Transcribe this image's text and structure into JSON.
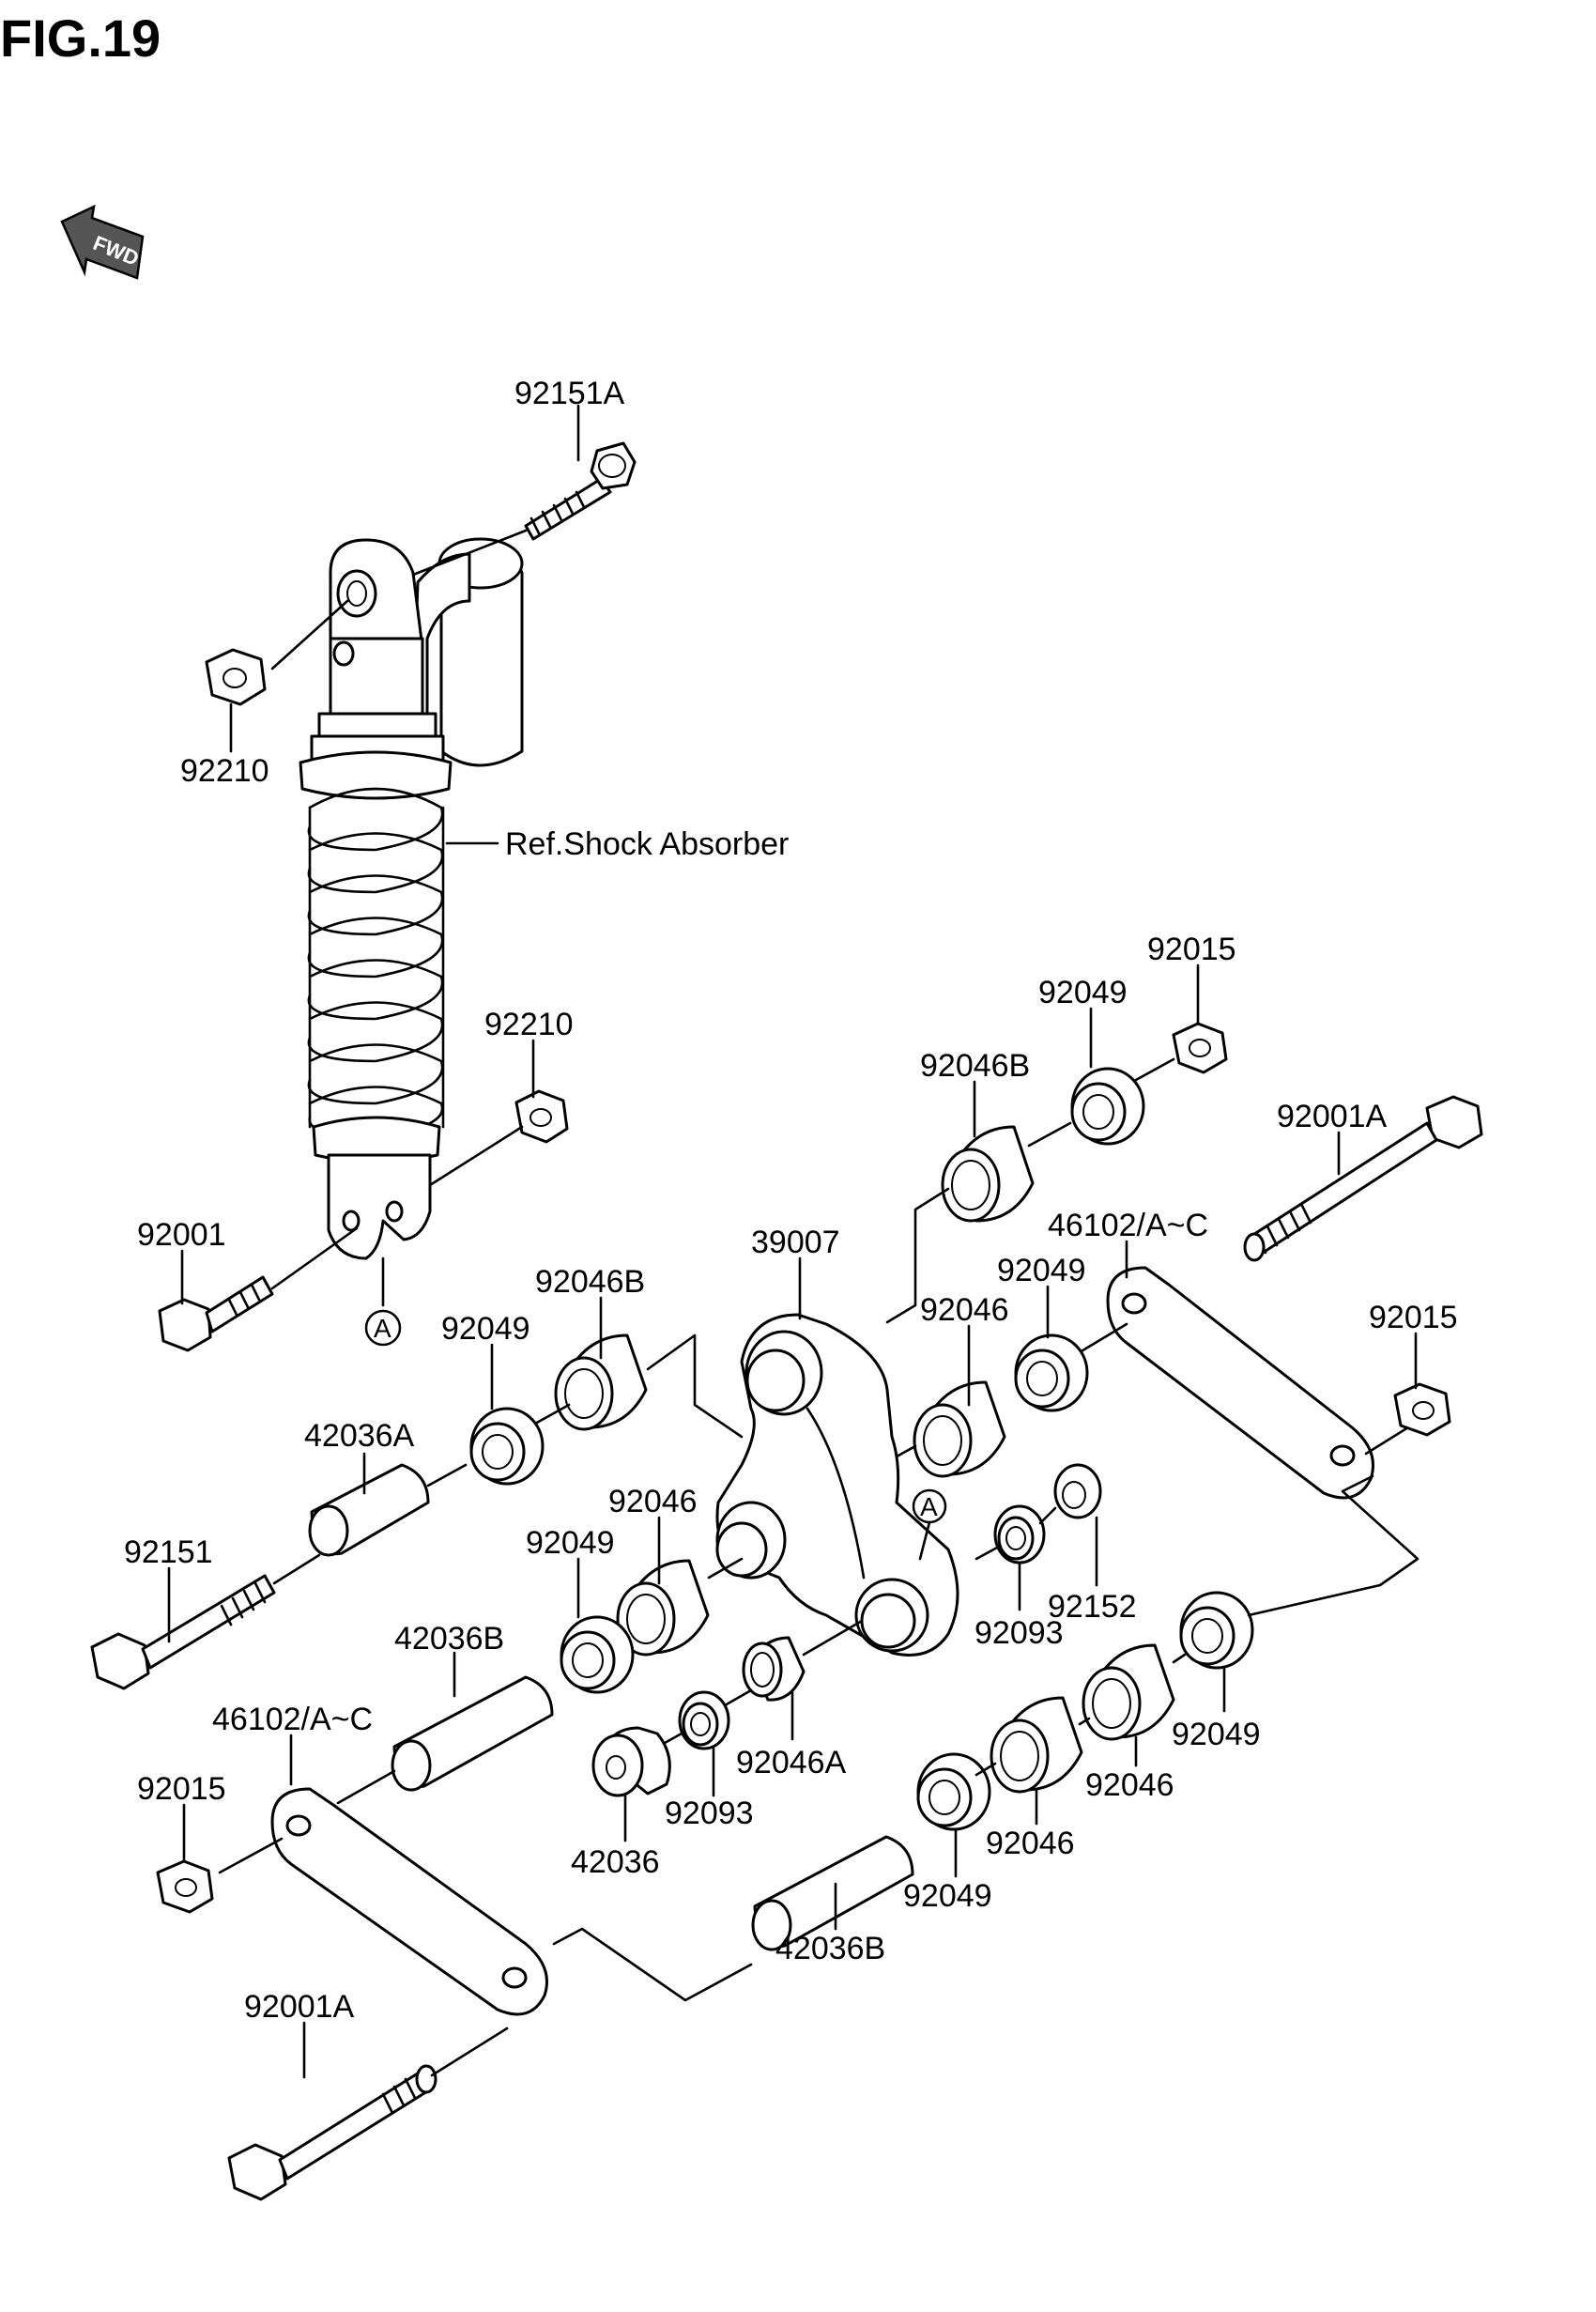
{
  "figure": {
    "title": "FIG.19"
  },
  "fwd_arrow": {
    "text": "FWD",
    "icon": "fwd-arrow-icon"
  },
  "callout": {
    "letter": "A"
  },
  "labels": {
    "p92151A": "92151A",
    "p92210_top": "92210",
    "ref_shock": "Ref.Shock Absorber",
    "p92210_mid": "92210",
    "p92001": "92001",
    "p92015_top": "92015",
    "p92049_top": "92049",
    "p92046B_right": "92046B",
    "p92001A_right": "92001A",
    "p39007": "39007",
    "p46102_right": "46102/A~C",
    "p92049_right": "92049",
    "p92046_upper": "92046",
    "p92015_right": "92015",
    "p92046B_left": "92046B",
    "p92049_left": "92049",
    "p42036A": "42036A",
    "p92151": "92151",
    "p92046_mid": "92046",
    "p92049_mid": "92049",
    "p92152": "92152",
    "p92093_right": "92093",
    "p42036B_upper": "42036B",
    "p46102_left": "46102/A~C",
    "p92015_left": "92015",
    "p92046A": "92046A",
    "p92093_lower": "92093",
    "p92049_lowright": "92049",
    "p92046_lowright": "92046",
    "p42036": "42036",
    "p92046_bottom": "92046",
    "p92049_bottom": "92049",
    "p42036B_lower": "42036B",
    "p92001A_left": "92001A"
  }
}
